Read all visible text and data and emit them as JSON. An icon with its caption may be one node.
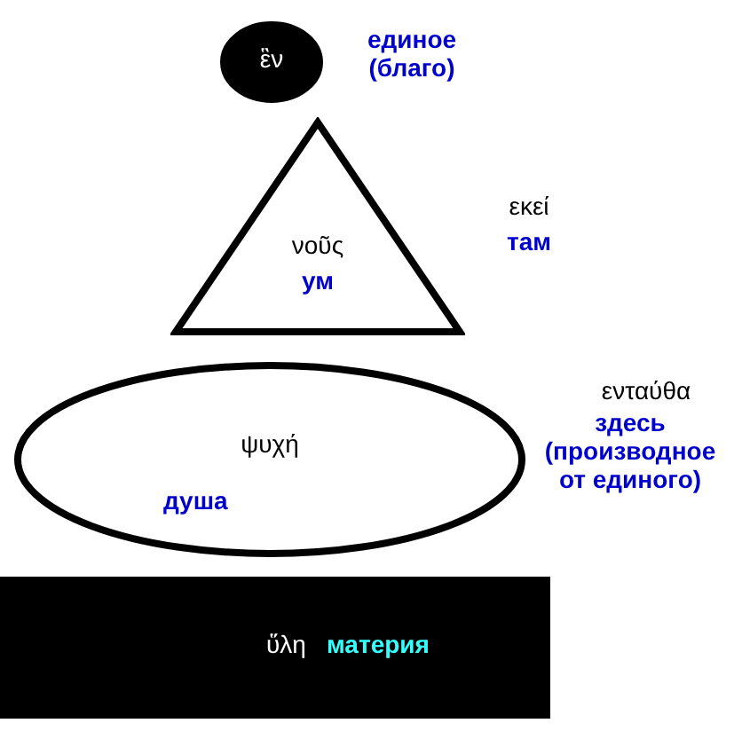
{
  "diagram": {
    "nodes": [
      {
        "text": [
          "ἓν"
        ],
        "beside": [
          "единое (благо)"
        ]
      },
      {
        "text": [
          "νοῦς",
          "ум"
        ],
        "beside": [
          "εκεί",
          "там"
        ]
      },
      {
        "text": [
          "ψυχή",
          "душа"
        ],
        "beside": [
          "ενταύθα",
          "здесь (производное от единого)"
        ]
      },
      {
        "text": [
          "ὕλη",
          "материя"
        ]
      }
    ]
  }
}
